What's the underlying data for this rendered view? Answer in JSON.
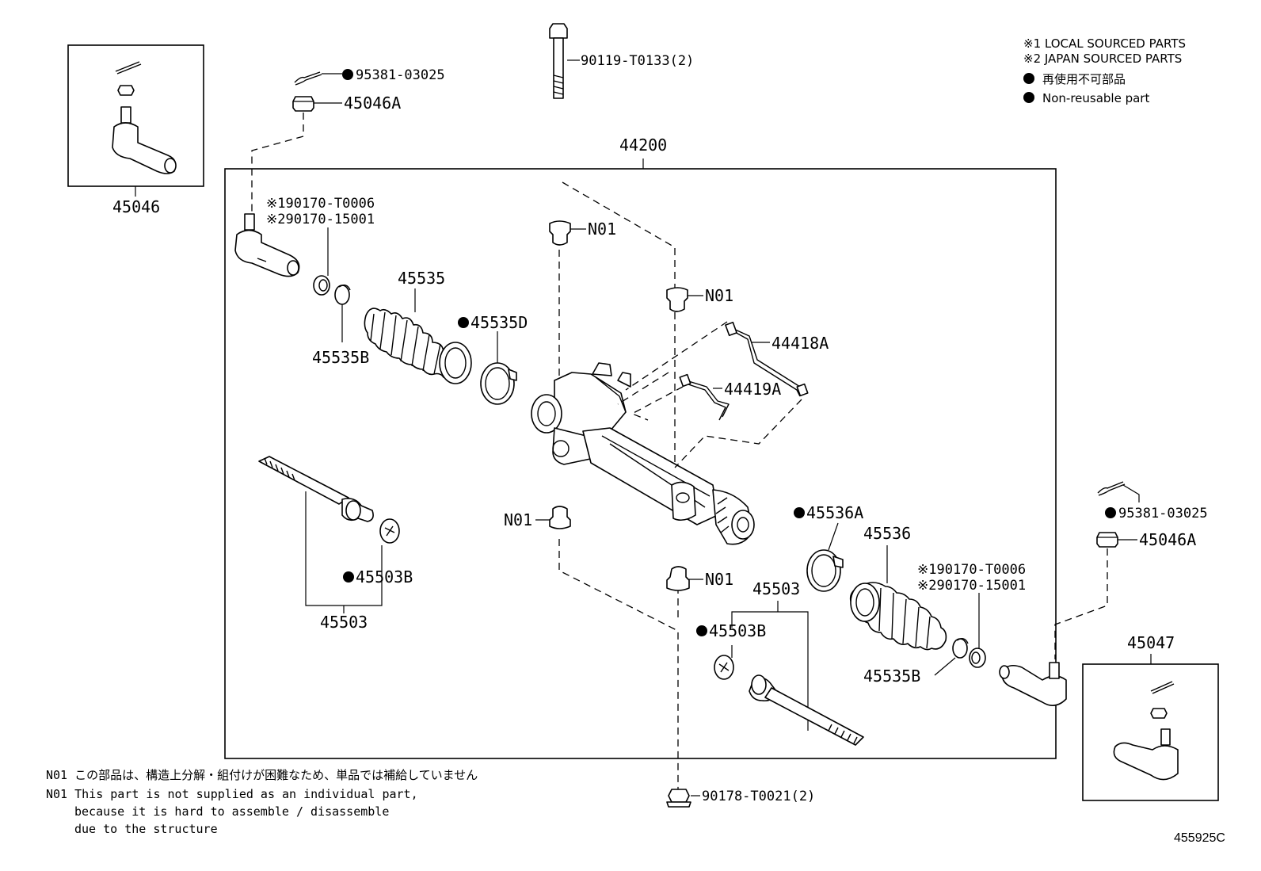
{
  "legend": {
    "local_sourced": "※1 LOCAL SOURCED PARTS",
    "japan_sourced": "※2 JAPAN SOURCED PARTS",
    "non_reusable_jp": "再使用不可部品",
    "non_reusable_en": "Non-reusable part"
  },
  "labels": {
    "assembly": "44200",
    "bolt": "90119-T0133(2)",
    "nut": "90178-T0021(2)",
    "cotter_pin_left": "95381-03025",
    "cotter_pin_right": "95381-03025",
    "castle_nut_left": "45046A",
    "castle_nut_right": "45046A",
    "tie_rod_end_left_box": "45046",
    "tie_rod_end_right_box": "45047",
    "local_code_left": "※190170-T0006",
    "japan_code_left": "※290170-15001",
    "local_code_right": "※190170-T0006",
    "japan_code_right": "※290170-15001",
    "boot_left": "45535",
    "clamp_left": "45535D",
    "clip_left": "45535B",
    "clip_right": "45535B",
    "tube_a": "44418A",
    "tube_b": "44419A",
    "n01_top_left": "N01",
    "n01_top_right": "N01",
    "n01_bottom_left": "N01",
    "n01_bottom_right": "N01",
    "inner_rod_left": "45503",
    "washer_left": "45503B",
    "inner_rod_right": "45503",
    "washer_right": "45503B",
    "clamp_right": "45536A",
    "boot_right": "45536"
  },
  "notes": {
    "n01_jp": "N01 この部品は、構造上分解・組付けが困難なため、単品では補給していません",
    "n01_en_line1": "N01 This part is not supplied as an individual part,",
    "n01_en_line2": "because it is hard to assemble / disassemble",
    "n01_en_line3": "due to the structure"
  },
  "figure_code": "455925C"
}
